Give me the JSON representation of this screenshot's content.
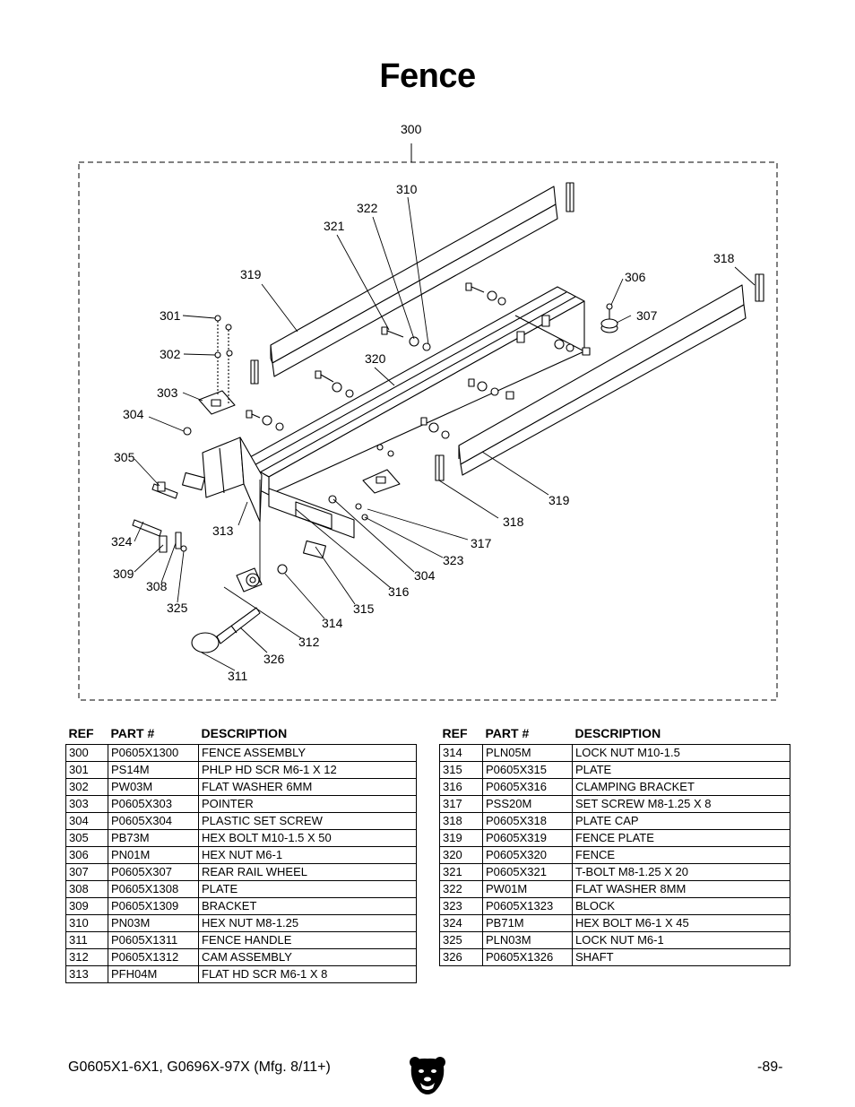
{
  "page_title": "Fence",
  "callouts": [
    "300",
    "310",
    "322",
    "321",
    "319",
    "318",
    "306",
    "307",
    "301",
    "302",
    "320",
    "303",
    "304",
    "305",
    "319",
    "318",
    "324",
    "313",
    "317",
    "309",
    "323",
    "308",
    "304",
    "316",
    "325",
    "315",
    "314",
    "312",
    "326",
    "311"
  ],
  "tables": {
    "headers": {
      "ref": "REF",
      "part": "PART #",
      "description": "DESCRIPTION"
    },
    "left": [
      [
        "300",
        "P0605X1300",
        "FENCE ASSEMBLY"
      ],
      [
        "301",
        "PS14M",
        "PHLP HD SCR M6-1 X 12"
      ],
      [
        "302",
        "PW03M",
        "FLAT WASHER 6MM"
      ],
      [
        "303",
        "P0605X303",
        "POINTER"
      ],
      [
        "304",
        "P0605X304",
        "PLASTIC SET SCREW"
      ],
      [
        "305",
        "PB73M",
        "HEX BOLT M10-1.5 X 50"
      ],
      [
        "306",
        "PN01M",
        "HEX NUT M6-1"
      ],
      [
        "307",
        "P0605X307",
        "REAR RAIL WHEEL"
      ],
      [
        "308",
        "P0605X1308",
        "PLATE"
      ],
      [
        "309",
        "P0605X1309",
        "BRACKET"
      ],
      [
        "310",
        "PN03M",
        "HEX NUT M8-1.25"
      ],
      [
        "311",
        "P0605X1311",
        "FENCE HANDLE"
      ],
      [
        "312",
        "P0605X1312",
        "CAM ASSEMBLY"
      ],
      [
        "313",
        "PFH04M",
        "FLAT HD SCR M6-1 X 8"
      ]
    ],
    "right": [
      [
        "314",
        "PLN05M",
        "LOCK NUT M10-1.5"
      ],
      [
        "315",
        "P0605X315",
        "PLATE"
      ],
      [
        "316",
        "P0605X316",
        "CLAMPING BRACKET"
      ],
      [
        "317",
        "PSS20M",
        "SET SCREW M8-1.25 X 8"
      ],
      [
        "318",
        "P0605X318",
        "PLATE  CAP"
      ],
      [
        "319",
        "P0605X319",
        "FENCE PLATE"
      ],
      [
        "320",
        "P0605X320",
        "FENCE"
      ],
      [
        "321",
        "P0605X321",
        "T-BOLT M8-1.25 X 20"
      ],
      [
        "322",
        "PW01M",
        "FLAT WASHER 8MM"
      ],
      [
        "323",
        "P0605X1323",
        "BLOCK"
      ],
      [
        "324",
        "PB71M",
        "HEX BOLT M6-1 X 45"
      ],
      [
        "325",
        "PLN03M",
        "LOCK NUT M6-1"
      ],
      [
        "326",
        "P0605X1326",
        "SHAFT"
      ]
    ]
  },
  "footer": {
    "models": "G0605X1-6X1, G0696X-97X (Mfg. 8/11+)",
    "page_number": "-89-"
  }
}
